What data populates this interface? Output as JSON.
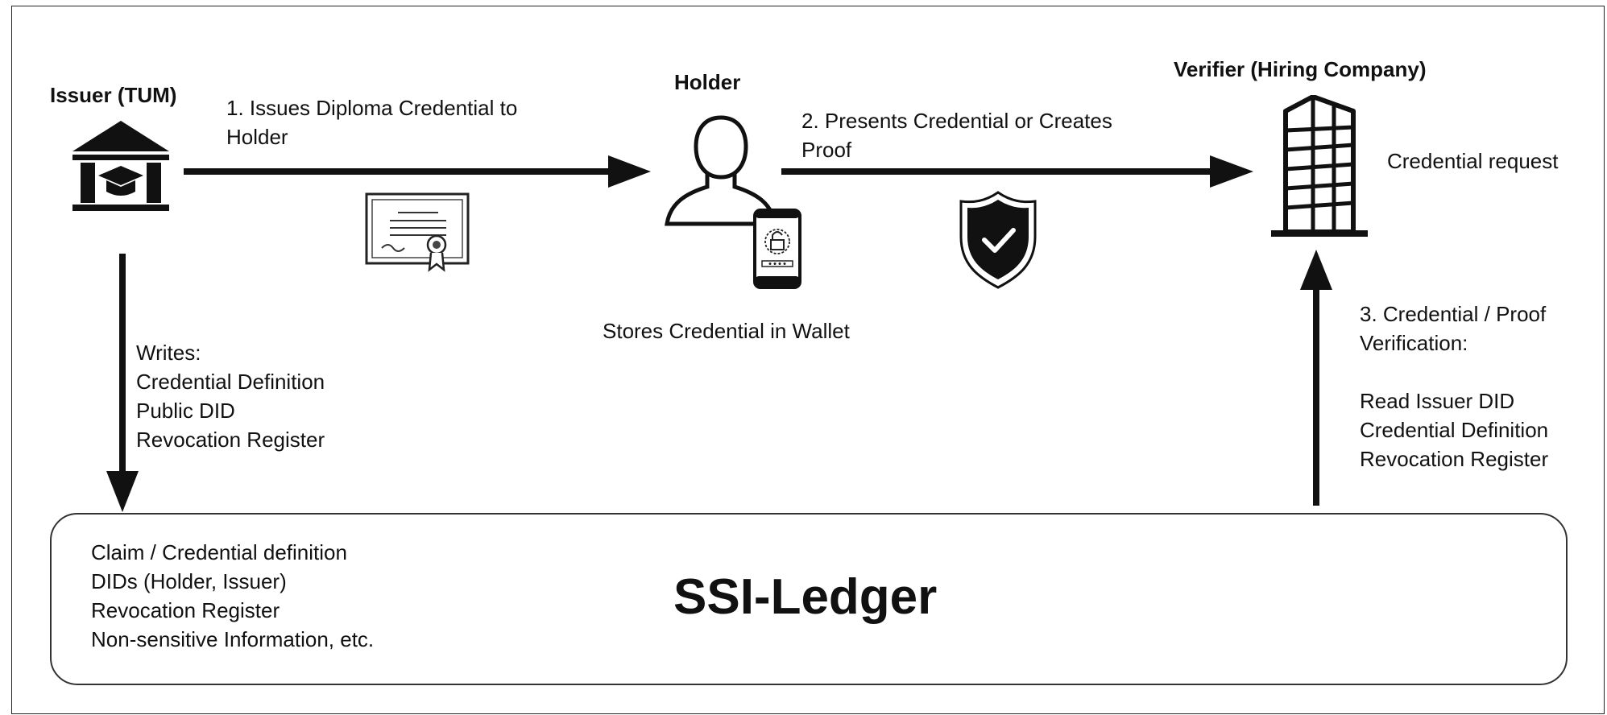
{
  "diagram": {
    "issuer": {
      "title": "Issuer (TUM)"
    },
    "holder": {
      "title": "Holder",
      "caption": "Stores Credential in Wallet"
    },
    "verifier": {
      "title": "Verifier (Hiring Company)",
      "side_note": "Credential request"
    },
    "steps": {
      "issue": [
        "1. Issues Diploma Credential to",
        "Holder"
      ],
      "present": [
        "2. Presents Credential or Creates",
        "Proof"
      ],
      "verify": [
        "3. Credential / Proof",
        "Verification:",
        "",
        "Read Issuer DID",
        "Credential Definition",
        "Revocation Register"
      ]
    },
    "writes": [
      "Writes:",
      "Credential Definition",
      "Public DID",
      "Revocation Register"
    ],
    "ledger": {
      "title": "SSI-Ledger",
      "contents": [
        "Claim / Credential definition",
        "DIDs (Holder, Issuer)",
        "Revocation Register",
        "Non-sensitive Information, etc."
      ]
    },
    "icons": [
      "university-icon",
      "certificate-icon",
      "person-icon",
      "smartphone-lock-icon",
      "shield-check-icon",
      "office-building-icon"
    ],
    "colors": {
      "stroke": "#111111",
      "background": "#ffffff"
    }
  }
}
